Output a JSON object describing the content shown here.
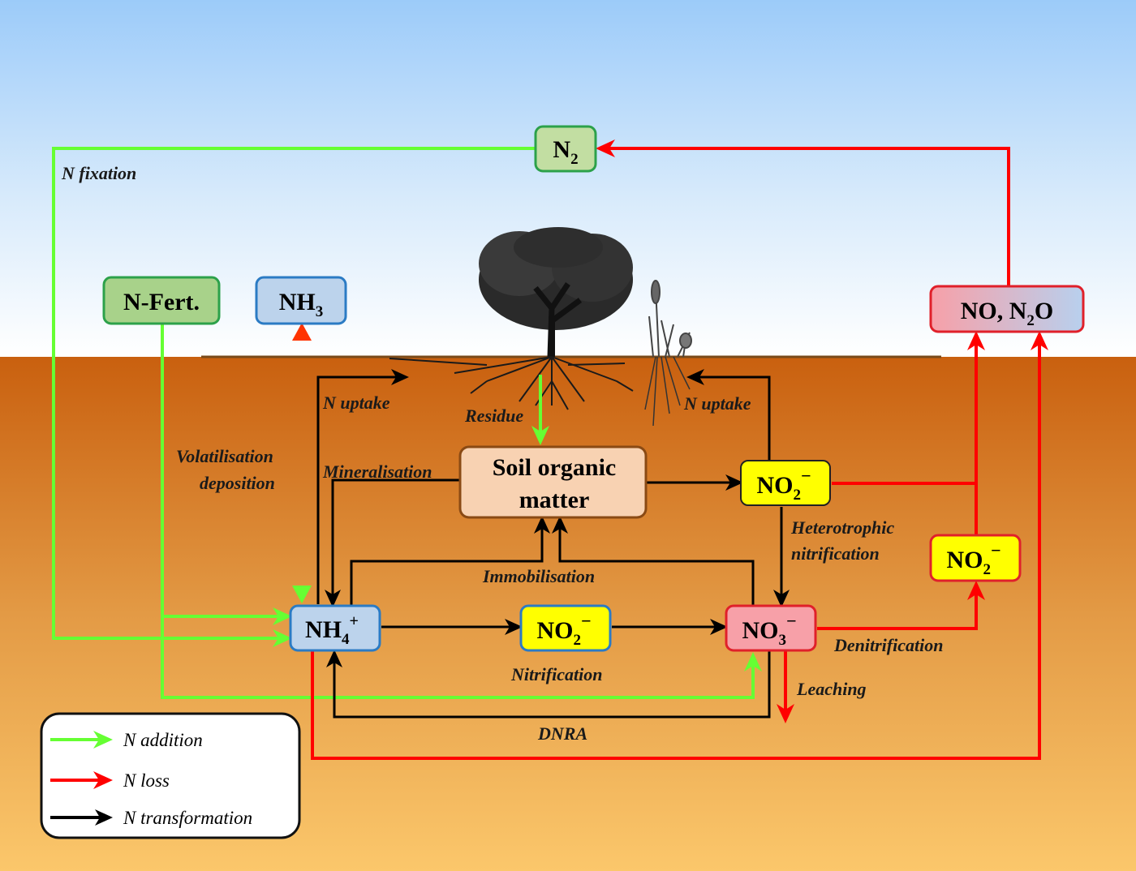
{
  "colors": {
    "sky_top": "#9ccbf9",
    "sky_bottom": "#ffffff",
    "soil_top": "#c9600f",
    "soil_bottom": "#fbc76b",
    "n_addition": "#66ff33",
    "n_loss": "#ff0000",
    "n_transformation": "#000000"
  },
  "nodes": {
    "n2": {
      "text": "N",
      "sub": "2"
    },
    "nfert": {
      "text": "N-Fert."
    },
    "nh3": {
      "text": "NH",
      "sub": "3"
    },
    "no_n2o": {
      "text_a": "NO, N",
      "sub": "2",
      "text_b": "O"
    },
    "som_line1": "Soil organic",
    "som_line2": "matter",
    "no2_top": {
      "text": "NO",
      "sub": "2",
      "sup": "−"
    },
    "no2_right": {
      "text": "NO",
      "sub": "2",
      "sup": "−"
    },
    "nh4": {
      "text": "NH",
      "sub": "4",
      "sup": "+"
    },
    "no2_mid": {
      "text": "NO",
      "sub": "2",
      "sup": "−"
    },
    "no3": {
      "text": "NO",
      "sub": "3",
      "sup": "−"
    }
  },
  "processes": {
    "n_fixation": "N fixation",
    "n_uptake_left": "N uptake",
    "n_uptake_right": "N uptake",
    "residue": "Residue",
    "volatilisation": "Volatilisation",
    "deposition": "deposition",
    "mineralisation": "Mineralisation",
    "heterotrophic": "Heterotrophic",
    "nitrification_het": "nitrification",
    "immobilisation": "Immobilisation",
    "nitrification": "Nitrification",
    "denitrification": "Denitrification",
    "leaching": "Leaching",
    "dnra": "DNRA"
  },
  "legend": {
    "addition": "N addition",
    "loss": "N loss",
    "transformation": "N transformation"
  }
}
